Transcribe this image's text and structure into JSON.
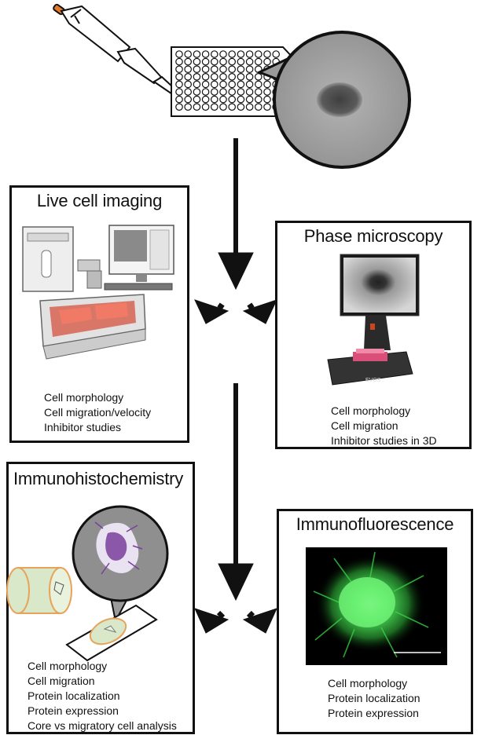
{
  "panels": {
    "live": {
      "title": "Live cell imaging",
      "items": [
        "Cell morphology",
        "Cell migration/velocity",
        "Inhibitor studies"
      ]
    },
    "phase": {
      "title": "Phase microscopy",
      "device_brand": "EVOS",
      "items": [
        "Cell morphology",
        "Cell migration",
        "Inhibitor studies in 3D"
      ]
    },
    "ihc": {
      "title": "Immunohistochemistry",
      "items": [
        "Cell morphology",
        "Cell migration",
        "Protein localization",
        "Protein expression",
        "Core vs migratory cell analysis"
      ]
    },
    "if": {
      "title": "Immunofluorescence",
      "items": [
        "Cell morphology",
        "Protein localization",
        "Protein expression"
      ]
    }
  },
  "colors": {
    "outline": "#111111",
    "spheroid_gray": "#9a9a9a",
    "fluorescence_green": "#3dd84a",
    "stain_purple": "#7a3f9c",
    "tissue_orange": "#e8a35a",
    "tissue_green": "#d8e8c8"
  }
}
